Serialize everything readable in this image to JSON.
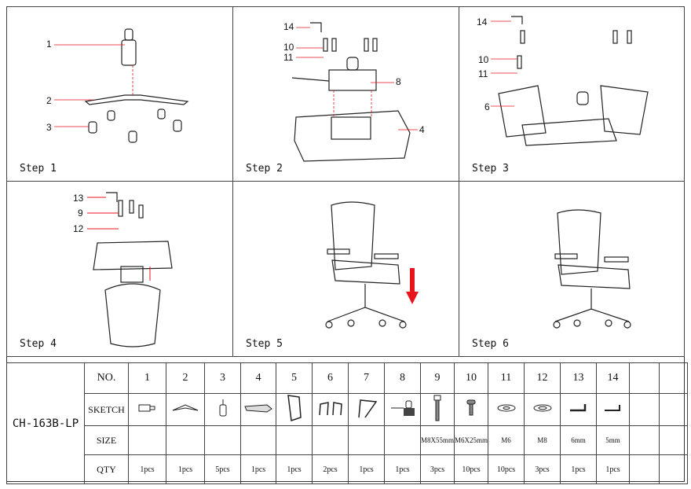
{
  "steps": [
    {
      "label": "Step 1",
      "callouts": [
        "1",
        "2",
        "3"
      ]
    },
    {
      "label": "Step 2",
      "callouts": [
        "14",
        "10",
        "11",
        "8",
        "4"
      ]
    },
    {
      "label": "Step 3",
      "callouts": [
        "14",
        "10",
        "11",
        "6"
      ]
    },
    {
      "label": "Step 4",
      "callouts": [
        "13",
        "9",
        "12"
      ]
    },
    {
      "label": "Step 5",
      "callouts": []
    },
    {
      "label": "Step 6",
      "callouts": []
    }
  ],
  "table": {
    "model": "CH-163B-LP",
    "row_headers": [
      "NO.",
      "SKETCH",
      "SIZE",
      "QTY"
    ],
    "parts": [
      {
        "no": "1",
        "size": "",
        "qty": "1pcs",
        "sketch": "gas-lift-icon"
      },
      {
        "no": "2",
        "size": "",
        "qty": "1pcs",
        "sketch": "base-icon"
      },
      {
        "no": "3",
        "size": "",
        "qty": "5pcs",
        "sketch": "caster-icon"
      },
      {
        "no": "4",
        "size": "",
        "qty": "1pcs",
        "sketch": "seat-icon"
      },
      {
        "no": "5",
        "size": "",
        "qty": "1pcs",
        "sketch": "backrest-icon"
      },
      {
        "no": "6",
        "size": "",
        "qty": "2pcs",
        "sketch": "armrest-icon"
      },
      {
        "no": "7",
        "size": "",
        "qty": "1pcs",
        "sketch": "back-frame-icon"
      },
      {
        "no": "8",
        "size": "",
        "qty": "1pcs",
        "sketch": "mechanism-icon"
      },
      {
        "no": "9",
        "size": "M8X55mm",
        "qty": "3pcs",
        "sketch": "long-bolt-icon"
      },
      {
        "no": "10",
        "size": "M6X25mm",
        "qty": "10pcs",
        "sketch": "short-bolt-icon"
      },
      {
        "no": "11",
        "size": "M6",
        "qty": "10pcs",
        "sketch": "washer-icon"
      },
      {
        "no": "12",
        "size": "M8",
        "qty": "3pcs",
        "sketch": "washer-icon"
      },
      {
        "no": "13",
        "size": "6mm",
        "qty": "1pcs",
        "sketch": "allen-key-icon"
      },
      {
        "no": "14",
        "size": "5mm",
        "qty": "1pcs",
        "sketch": "allen-key-icon"
      }
    ]
  },
  "colors": {
    "accent": "#e8141b",
    "line": "#333333"
  }
}
